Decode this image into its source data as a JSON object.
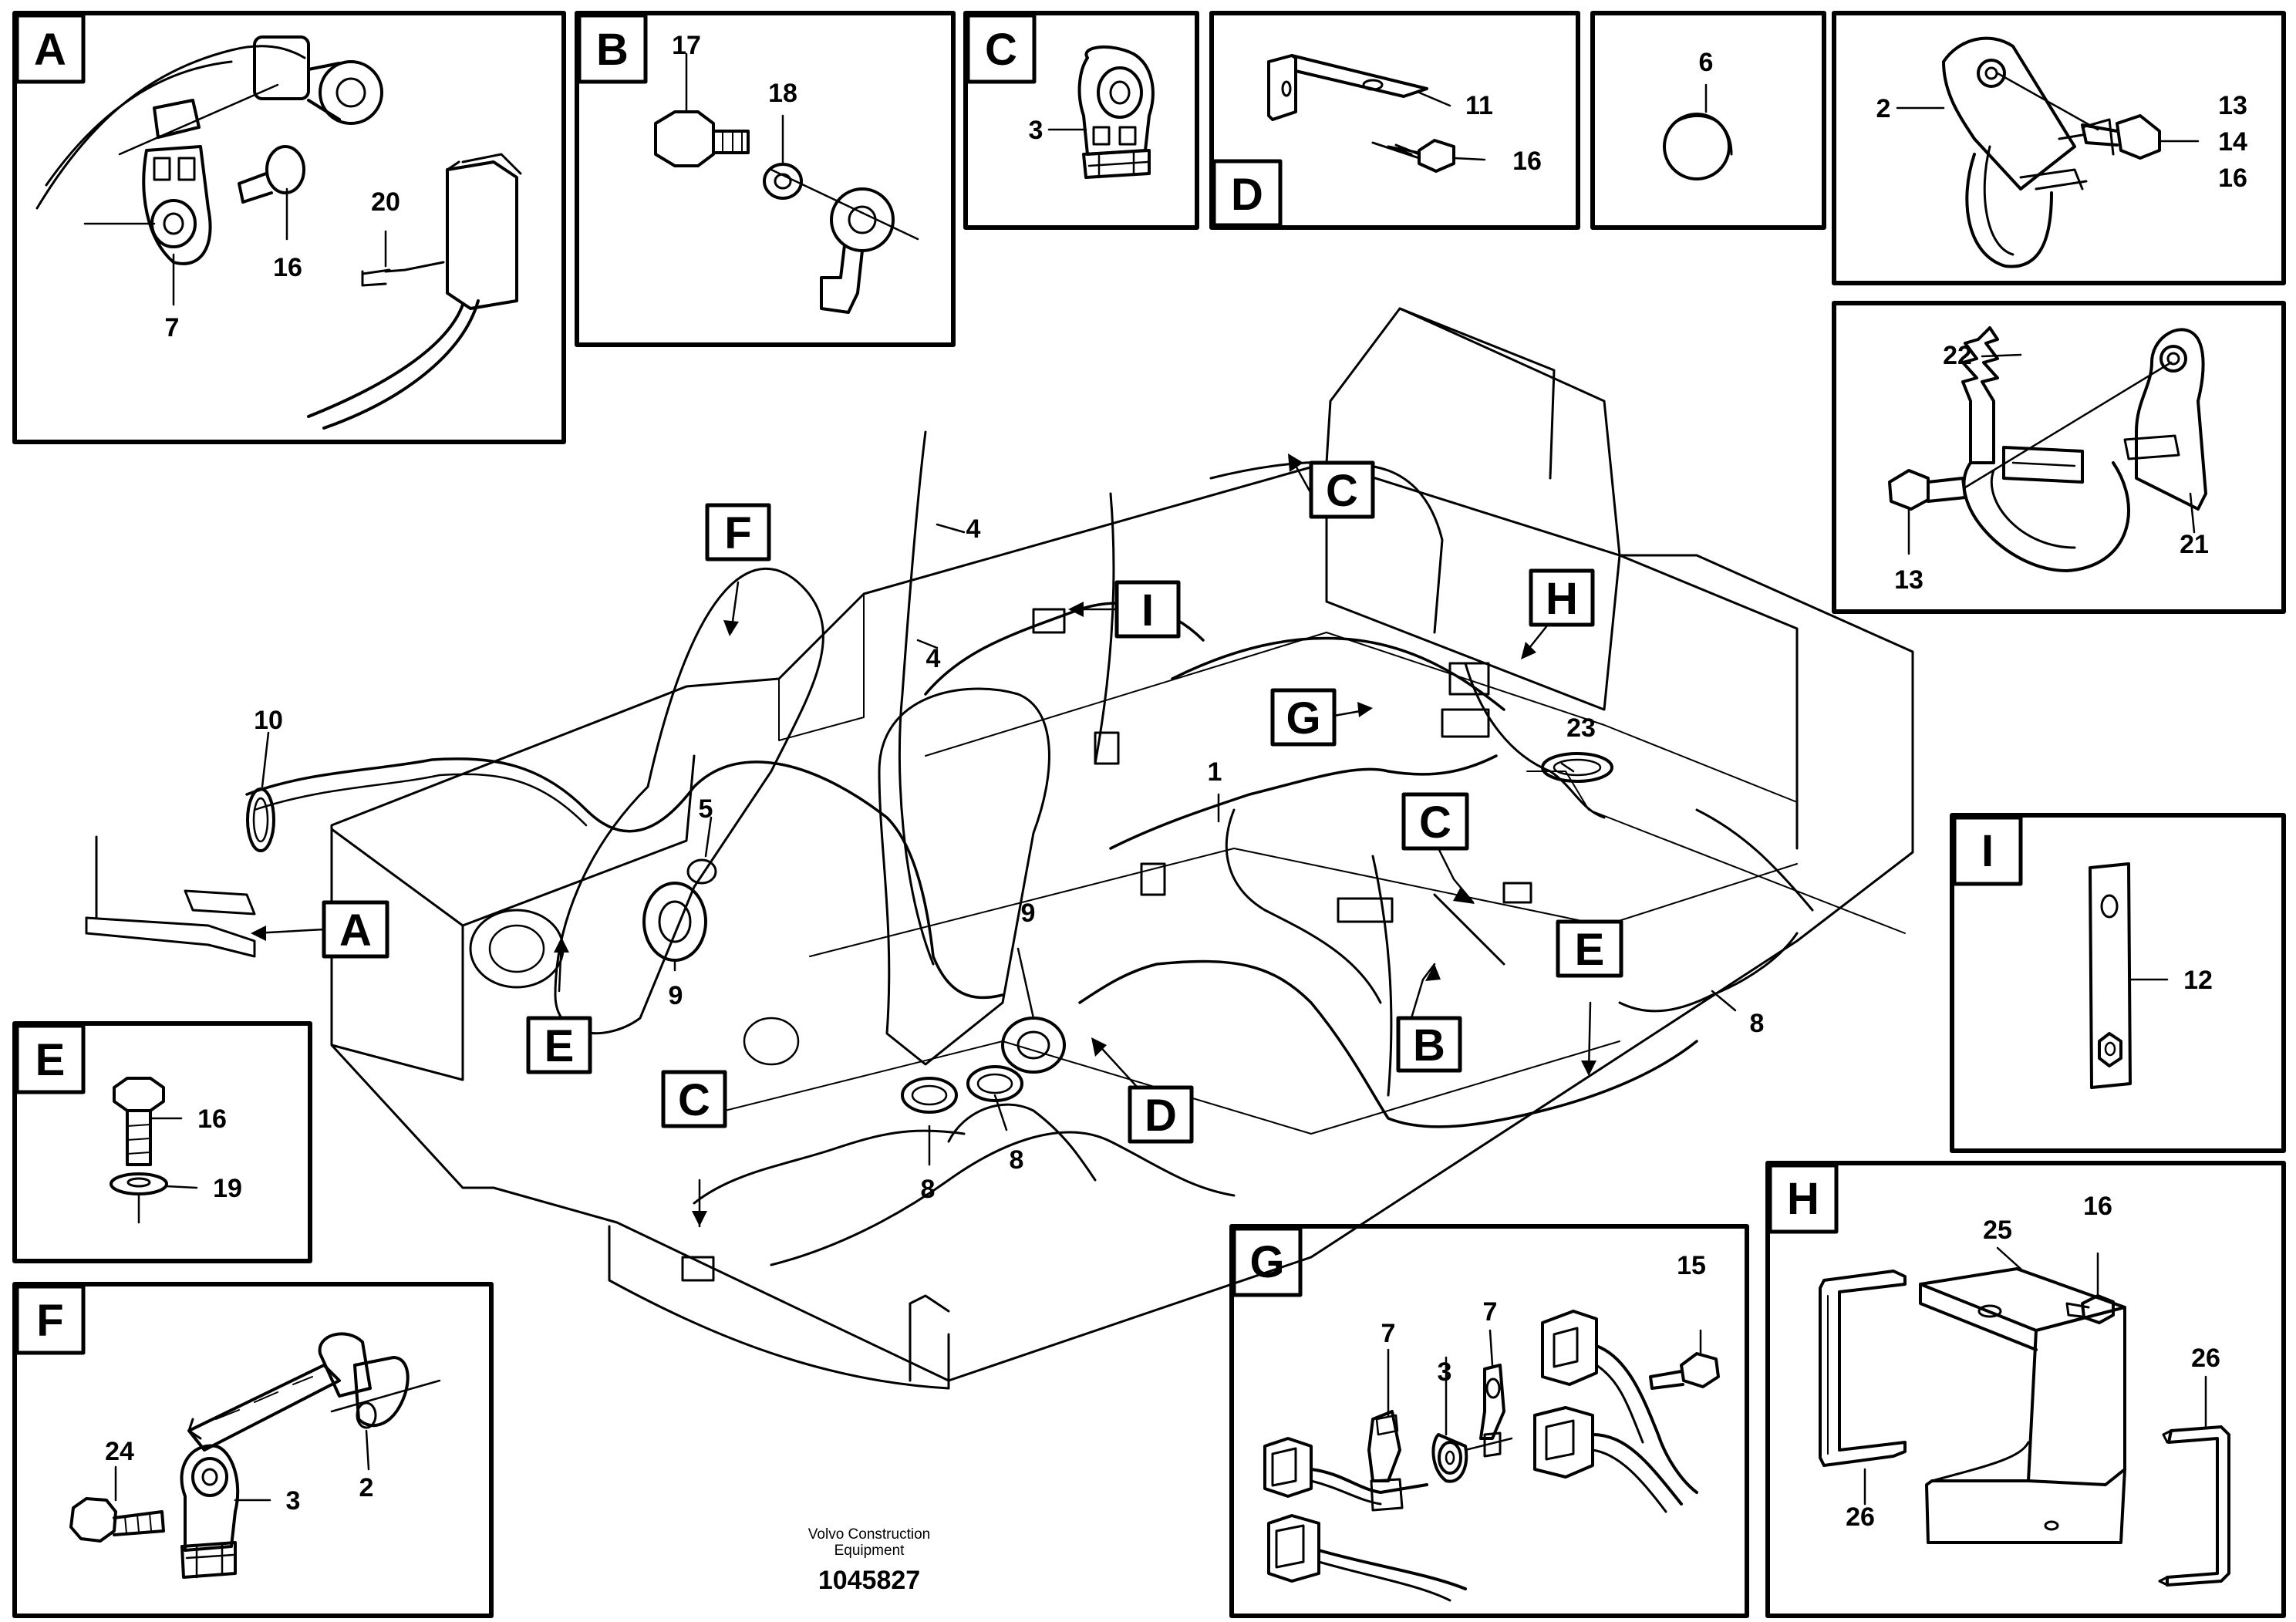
{
  "detail_labels": {
    "A": "A",
    "B": "B",
    "C": "C",
    "D": "D",
    "E": "E",
    "F": "F",
    "G": "G",
    "H": "H",
    "I": "I"
  },
  "main_callouts": {
    "A": "A",
    "B": "B",
    "C1": "C",
    "C2": "C",
    "C3": "C",
    "D": "D",
    "E1": "E",
    "E2": "E",
    "F": "F",
    "G": "G",
    "H": "H",
    "I": "I"
  },
  "parts": {
    "p1": "1",
    "p2": "2",
    "p3": "3",
    "p4": "4",
    "p5": "5",
    "p6": "6",
    "p7": "7",
    "p8": "8",
    "p9": "9",
    "p10": "10",
    "p11": "11",
    "p12": "12",
    "p13": "13",
    "p14": "14",
    "p15": "15",
    "p16": "16",
    "p17": "17",
    "p18": "18",
    "p19": "19",
    "p20": "20",
    "p21": "21",
    "p22": "22",
    "p23": "23",
    "p24": "24",
    "p25": "25",
    "p26": "26"
  },
  "footer": {
    "line1": "Volvo Construction",
    "line2": "Equipment",
    "doc_number": "1045827"
  }
}
